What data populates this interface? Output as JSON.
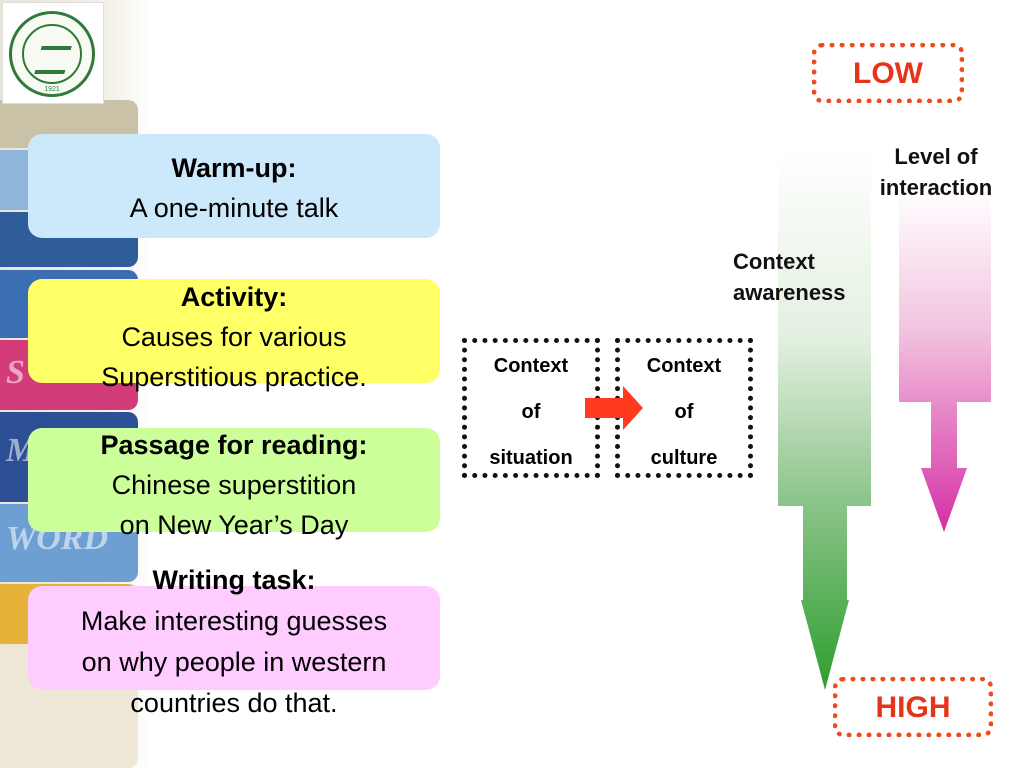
{
  "tasks": [
    {
      "title": "Warm-up:",
      "lines": [
        "A one-minute talk"
      ]
    },
    {
      "title": "Activity:",
      "lines": [
        "Causes for various",
        "Superstitious practice."
      ]
    },
    {
      "title": "Passage for reading:",
      "lines": [
        "Chinese superstition",
        "on New Year’s Day"
      ]
    },
    {
      "title": "Writing task:",
      "lines": [
        "Make interesting guesses",
        "on why people in western",
        "countries do that."
      ]
    }
  ],
  "diagram": {
    "box_situation": [
      "Context",
      "of",
      "situation"
    ],
    "box_culture": [
      "Context",
      "of",
      "culture"
    ],
    "low": "LOW",
    "high": "HIGH",
    "level_of_interaction": [
      "Level of",
      "interaction"
    ],
    "context_awareness": [
      "Context",
      "awareness"
    ]
  },
  "logo": {
    "year": "1921"
  },
  "colors": {
    "warmup_bg": "#cce8fb",
    "activity_bg": "#ffff66",
    "passage_bg": "#ccff99",
    "writing_bg": "#ffccff",
    "accent_red": "#e5341a",
    "green_arrow": "#3aa33a",
    "pink_arrow": "#dd44aa"
  }
}
